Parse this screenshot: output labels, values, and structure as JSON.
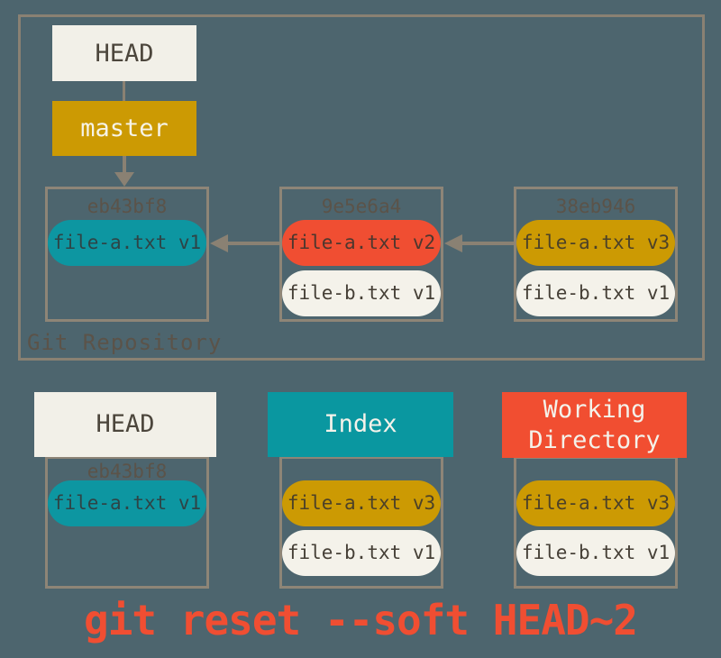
{
  "background_color": "#4d656e",
  "palette": {
    "frame_border": "#8a8173",
    "box_border": "#8e8577",
    "teal": "#0d96a1",
    "red": "#f04e32",
    "gold": "#cc9a03",
    "cream": "#f2f0e8",
    "white_pill": "#f4f2ea",
    "dark_text": "#4c463c",
    "muted_label": "#5b5349"
  },
  "repository": {
    "label": "Git Repository",
    "head_box": "HEAD",
    "branch_box": "master",
    "commits": [
      {
        "hash": "eb43bf8",
        "files": [
          {
            "name": "file-a.txt v1",
            "color": "teal"
          }
        ]
      },
      {
        "hash": "9e5e6a4",
        "files": [
          {
            "name": "file-a.txt v2",
            "color": "red"
          },
          {
            "name": "file-b.txt v1",
            "color": "white"
          }
        ]
      },
      {
        "hash": "38eb946",
        "files": [
          {
            "name": "file-a.txt v3",
            "color": "gold"
          },
          {
            "name": "file-b.txt v1",
            "color": "white"
          }
        ]
      }
    ]
  },
  "areas": [
    {
      "title": "HEAD",
      "color": "cream",
      "hash": "eb43bf8",
      "files": [
        {
          "name": "file-a.txt v1",
          "color": "teal"
        }
      ]
    },
    {
      "title": "Index",
      "color": "teal",
      "files": [
        {
          "name": "file-a.txt v3",
          "color": "gold"
        },
        {
          "name": "file-b.txt v1",
          "color": "white"
        }
      ]
    },
    {
      "title": "Working Directory",
      "color": "red",
      "files": [
        {
          "name": "file-a.txt v3",
          "color": "gold"
        },
        {
          "name": "file-b.txt v1",
          "color": "white"
        }
      ]
    }
  ],
  "caption": "git reset --soft HEAD~2"
}
